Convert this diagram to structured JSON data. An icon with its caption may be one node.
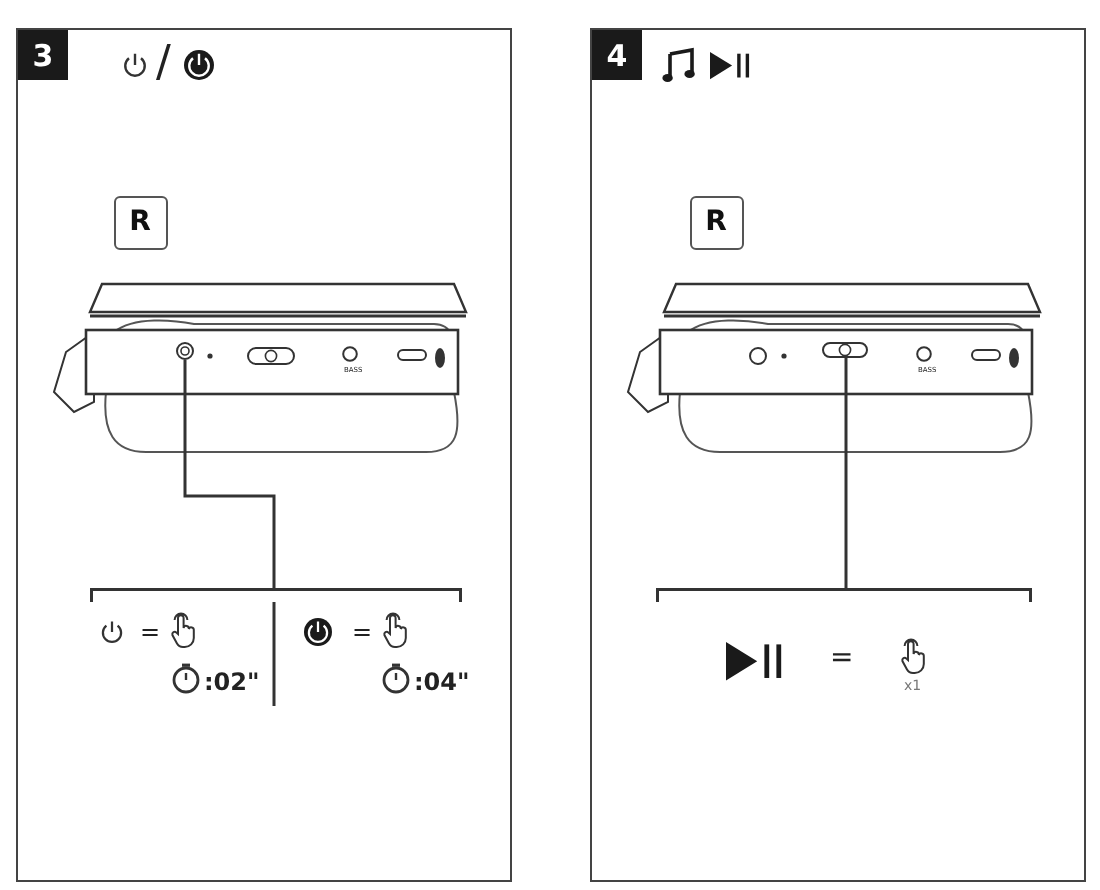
{
  "diagram": {
    "nodes": [
      {
        "text": [
          "3"
        ]
      },
      {
        "text": [
          "R"
        ],
        "in": 0
      },
      {
        "text": [],
        "shape": "circle",
        "in": 0
      },
      {
        "text": [],
        "shape": "bar",
        "in": 0
      },
      {
        "text": [
          "4"
        ]
      },
      {
        "text": [
          "R"
        ],
        "in": 4
      },
      {
        "text": [],
        "shape": "box",
        "in": 4
      },
      {
        "text": [],
        "shape": "bar",
        "in": 4
      }
    ],
    "edges": [
      {
        "from": 2,
        "to": 3,
        "arrow": "none"
      },
      {
        "from": 6,
        "to": 7,
        "arrow": "none"
      }
    ],
    "labels": [
      "/",
      "BASS",
      "=",
      ":02\"",
      "=",
      ":04\"",
      "BASS",
      "=",
      "x1"
    ]
  }
}
